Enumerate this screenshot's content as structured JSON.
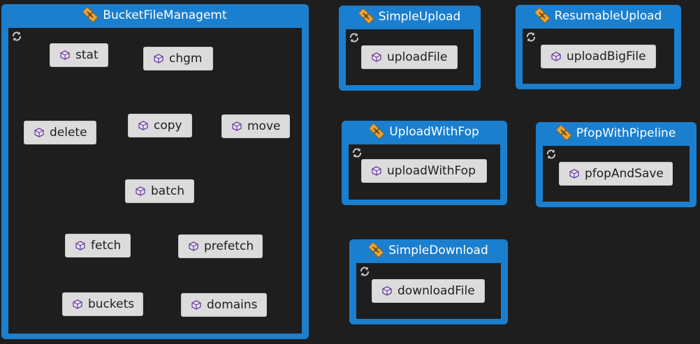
{
  "colors": {
    "class_header": "#1b7fcf",
    "canvas": "#1e1e1e",
    "method_bg": "#dcdcdc",
    "method_icon": "#6a3d9a",
    "class_icon": "#d38b1a"
  },
  "classes": [
    {
      "id": "bucket",
      "title": "BucketFileManagemt",
      "methods": [
        "stat",
        "chgm",
        "delete",
        "copy",
        "move",
        "batch",
        "fetch",
        "prefetch",
        "buckets",
        "domains"
      ]
    },
    {
      "id": "simpleupload",
      "title": "SimpleUpload",
      "methods": [
        "uploadFile"
      ]
    },
    {
      "id": "resumable",
      "title": "ResumableUpload",
      "methods": [
        "uploadBigFile"
      ]
    },
    {
      "id": "uploadwithfop",
      "title": "UploadWithFop",
      "methods": [
        "uploadWithFop"
      ]
    },
    {
      "id": "pfop",
      "title": "PfopWithPipeline",
      "methods": [
        "pfopAndSave"
      ]
    },
    {
      "id": "download",
      "title": "SimpleDownload",
      "methods": [
        "downloadFile"
      ]
    }
  ],
  "icons": {
    "class": "class-icon",
    "method": "method-cube-icon",
    "refresh": "refresh-icon"
  }
}
